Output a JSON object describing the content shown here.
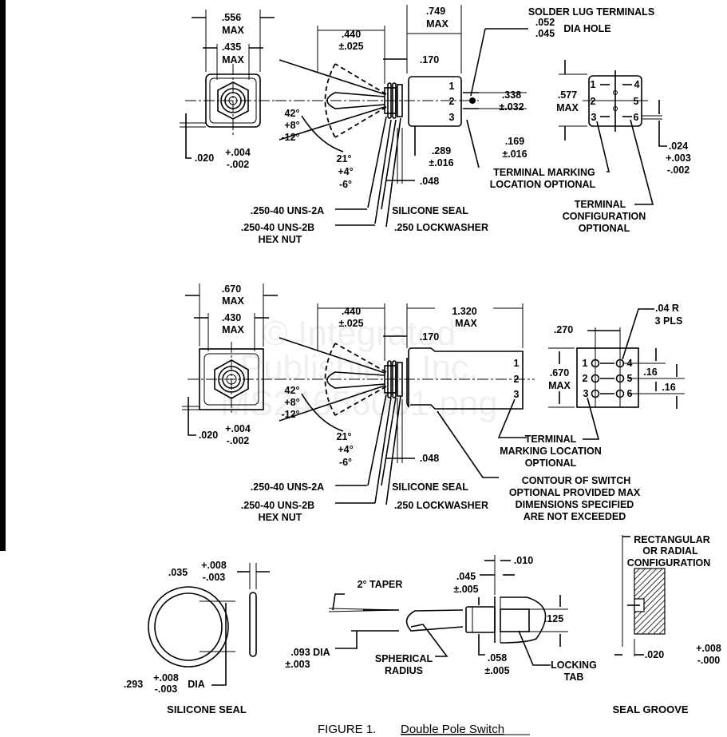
{
  "figure": {
    "number": "FIGURE 1.",
    "title": "Double Pole Switch"
  },
  "watermark": [
    "© Integrated",
    "Publishing, Inc.",
    "MS24656001.png"
  ],
  "view1": {
    "w_outer": ".556",
    "w_outer_max": "MAX",
    "w_inner": ".435",
    "w_inner_max": "MAX",
    "offset": ".020",
    "offset_plus": "+.004",
    "offset_minus": "-.002",
    "angle1": "42°",
    "angle1_plus": "+8°",
    "angle1_minus": "-12°",
    "angle2": "21°",
    "angle2_plus": "+4°",
    "angle2_minus": "-6°",
    "lever": ".440",
    "lever_tol": "±.025",
    "body_len": ".749",
    "body_len_max": "MAX",
    "bushing": ".170",
    "pins": [
      "1",
      "2",
      "3"
    ],
    "lug_h": ".289",
    "lug_h_tol": "±.016",
    "flange": ".048",
    "thread_a": ".250-40 UNS-2A",
    "seal": "SILICONE SEAL",
    "thread_b": ".250-40 UNS-2B",
    "hex_nut": "HEX NUT",
    "lockwasher": ".250 LOCKWASHER",
    "solder_lug": "SOLDER LUG TERMINALS",
    "hole_max": ".052",
    "hole_min": ".045",
    "dia_hole": "DIA HOLE",
    "spacing": ".338",
    "spacing_tol": "±.032",
    "lug_off": ".169",
    "lug_off_tol": "±.016",
    "marking1": "TERMINAL MARKING",
    "marking2": "LOCATION OPTIONAL",
    "height": ".577",
    "height_max": "MAX",
    "end_pins": [
      "1",
      "2",
      "3",
      "4",
      "5",
      "6"
    ],
    "lug_t": ".024",
    "lug_t_plus": "+.003",
    "lug_t_minus": "-.002",
    "config1": "TERMINAL",
    "config2": "CONFIGURATION",
    "config3": "OPTIONAL"
  },
  "view2": {
    "w_outer": ".670",
    "w_outer_max": "MAX",
    "w_inner": ".430",
    "w_inner_max": "MAX",
    "offset": ".020",
    "offset_plus": "+.004",
    "offset_minus": "-.002",
    "angle1": "42°",
    "angle1_plus": "+8°",
    "angle1_minus": "-12°",
    "angle2": "21°",
    "angle2_plus": "+4°",
    "angle2_minus": "-6°",
    "lever": ".440",
    "lever_tol": "±.025",
    "body_len": "1.320",
    "body_len_max": "MAX",
    "bushing": ".170",
    "pins": [
      "1",
      "2",
      "3"
    ],
    "flange": ".048",
    "thread_a": ".250-40 UNS-2A",
    "seal": "SILICONE SEAL",
    "thread_b": ".250-40 UNS-2B",
    "hex_nut": "HEX NUT",
    "lockwasher": ".250 LOCKWASHER",
    "marking1": "TERMINAL",
    "marking2": "MARKING LOCATION",
    "marking3": "OPTIONAL",
    "contour1": "CONTOUR OF SWITCH",
    "contour2": "OPTIONAL PROVIDED MAX",
    "contour3": "DIMENSIONS SPECIFIED",
    "contour4": "ARE NOT EXCEEDED",
    "pin_spacing": ".270",
    "height": ".670",
    "height_max": "MAX",
    "radius": ".04 R",
    "radius_places": "3 PLS",
    "pitch1": ".16",
    "pitch2": ".16",
    "end_pins": [
      "1",
      "2",
      "3",
      "4",
      "5",
      "6"
    ]
  },
  "seal_detail": {
    "thickness": ".035",
    "thickness_plus": "+.008",
    "thickness_minus": "-.003",
    "dia": ".293",
    "dia_plus": "+.008",
    "dia_minus": "-.003",
    "dia_label": "DIA",
    "caption": "SILICONE SEAL"
  },
  "lever_detail": {
    "taper": "2° TAPER",
    "dia": ".093 DIA",
    "dia_tol": "±.003",
    "spherical1": "SPHERICAL",
    "spherical2": "RADIUS",
    "tab_w": ".045",
    "tab_w_tol": "±.005",
    "gap": ".010",
    "height": ".125",
    "tab_off": ".058",
    "tab_off_tol": "±.005",
    "locking1": "LOCKING",
    "locking2": "TAB"
  },
  "groove_detail": {
    "config1": "RECTANGULAR",
    "config2": "OR RADIAL",
    "config3": "CONFIGURATION",
    "depth": ".020",
    "depth_plus": "+.008",
    "depth_minus": "-.000",
    "caption": "SEAL GROOVE"
  }
}
